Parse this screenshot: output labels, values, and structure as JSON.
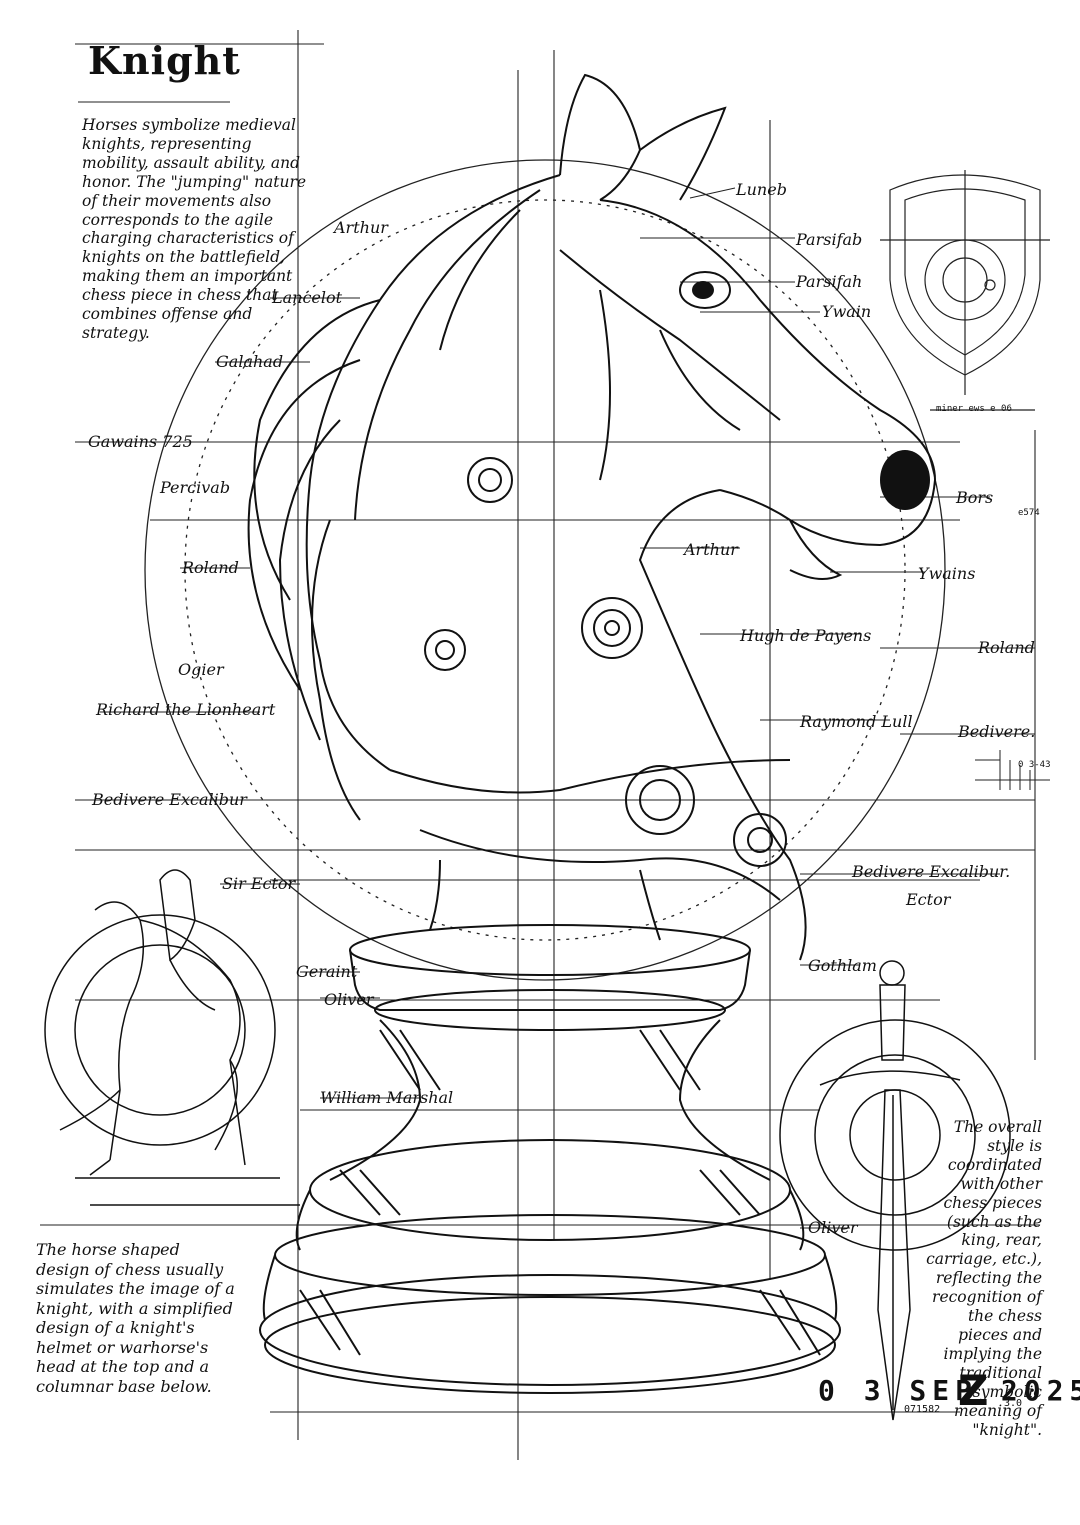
{
  "title": "Knight",
  "notes": {
    "top": "Horses symbolize medieval knights, representing mobility, assault ability, and honor. The \"jumping\" nature of their movements also corresponds to the agile charging characteristics of knights on the battlefield, making them an important chess piece in chess that combines offense and strategy.",
    "bottom": "The horse shaped design of chess usually simulates the image of a knight, with a simplified design of a knight's helmet or warhorse's head at the top and a columnar base below.",
    "right": "The overall style is coordinated with other chess pieces (such as the king, rear, carriage, etc.), reflecting the recognition of the chess pieces and implying the traditional symbolic meaning of \"knight\"."
  },
  "labels": {
    "lunet": "Luneb",
    "arthur_top": "Arthur",
    "parsifab": "Parsifab",
    "parsifah": "Parsifah",
    "ywain_top": "Ywain",
    "lancelot": "Lancelot",
    "galahad": "Galahad",
    "gawain": "Gawains 725",
    "percival": "Percivab",
    "bors": "Bors",
    "arthur_mid": "Arthur",
    "ywains": "Ywains",
    "roland_left": "Roland",
    "hugh": "Hugh de Payens",
    "roland_right": "Roland",
    "ogier": "Ogier",
    "richard": "Richard the Lionheart",
    "raymond": "Raymond Lull",
    "bedivere_right": "Bedivere.",
    "bedivere_left": "Bedivere Excalibur",
    "sir_ector": "Sir Ector",
    "bedivere_excalibur": "Bedivere Excalibur.",
    "ector": "Ector",
    "geraint": "Geraint",
    "oliver_top": "Oliver",
    "gotham": "Gothlam",
    "william": "William Marshal",
    "oliver_bottom": "Oliver"
  },
  "stamp": {
    "date": "0 3 SEP 2025",
    "mark": "Z",
    "code": "071582",
    "scale": "3.0"
  },
  "annotations": {
    "shield_scale": "miner ews e 06",
    "bors_code": "e574",
    "right_code": "0 3-43"
  }
}
